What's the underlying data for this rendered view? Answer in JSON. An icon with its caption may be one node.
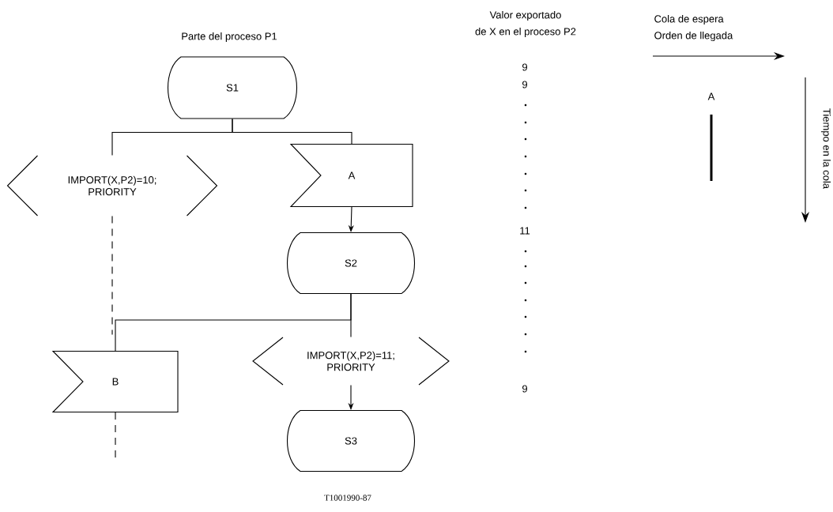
{
  "diagram": {
    "nodes": [
      {
        "text": [
          "S1"
        ]
      },
      {
        "text": [
          "IMPORT(X,P2)=10; PRIORITY"
        ]
      },
      {
        "text": [
          "A"
        ]
      },
      {
        "text": [
          "S2"
        ]
      },
      {
        "text": [
          "B"
        ]
      },
      {
        "text": [
          "IMPORT(X,P2)=11; PRIORITY"
        ]
      },
      {
        "text": [
          "S3"
        ]
      }
    ],
    "edges": [
      {
        "from": 0,
        "to": 1,
        "arrow": "none"
      },
      {
        "from": 0,
        "to": 2,
        "arrow": "none"
      },
      {
        "from": 2,
        "to": 3,
        "arrow": "to"
      },
      {
        "from": 1,
        "to": null,
        "arrow": "none",
        "style": "dashed"
      },
      {
        "from": 3,
        "to": 4,
        "arrow": "none"
      },
      {
        "from": 3,
        "to": 5,
        "arrow": "none"
      },
      {
        "from": 5,
        "to": 6,
        "arrow": "to"
      },
      {
        "from": 4,
        "to": null,
        "arrow": "none",
        "style": "dashed"
      }
    ],
    "labels": [
      "Parte del proceso P1",
      "Valor exportado",
      "de X en el proceso P2",
      "9",
      "9",
      "11",
      "9",
      "Cola de espera",
      "Orden de llegada",
      "A",
      "Tiempo en la cola",
      "T1001990-87"
    ]
  }
}
